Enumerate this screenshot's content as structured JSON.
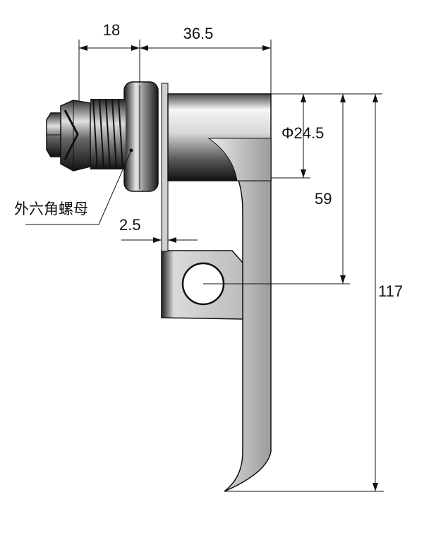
{
  "dimensions": {
    "top_left": "18",
    "top_right": "36.5",
    "diameter": "Φ24.5",
    "height_mid": "59",
    "height_total": "117",
    "thickness": "2.5"
  },
  "labels": {
    "nut_label": "外六角螺母"
  },
  "colors": {
    "steel_light": "#f4f4f4",
    "steel_mid": "#b9b9b9",
    "steel_dark": "#2a2a2a",
    "line": "#111111"
  }
}
